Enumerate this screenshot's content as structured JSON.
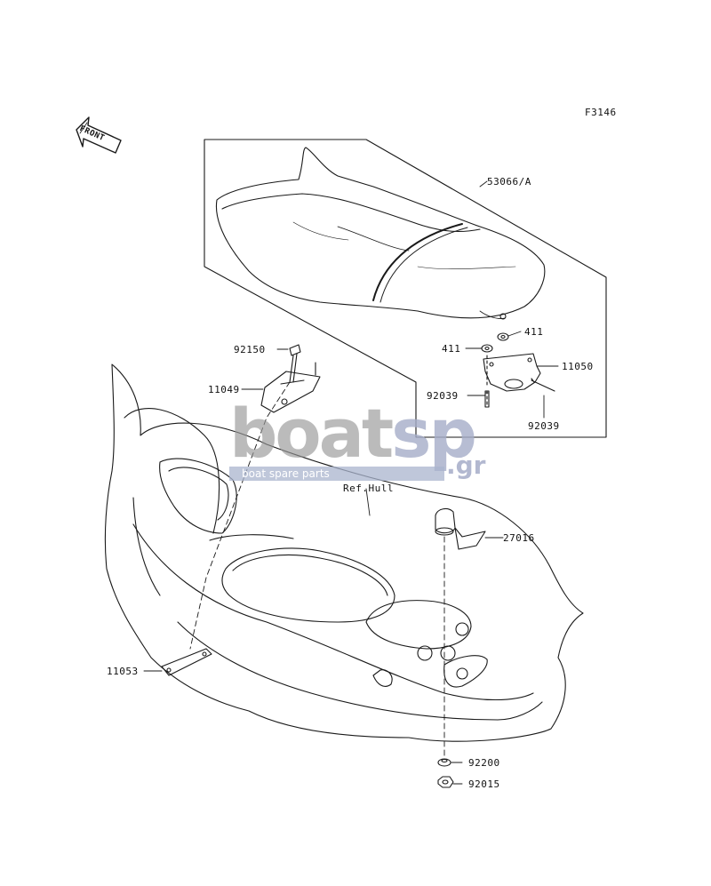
{
  "figure_code": "F3146",
  "front_arrow": "FRONT",
  "parts": {
    "seat": "53066/A",
    "washer_a": "411",
    "washer_b": "411",
    "bracket_right": "11050",
    "pin_left": "92039",
    "pin_right": "92039",
    "bolt": "92150",
    "bracket_left": "11049",
    "hull_ref": "Ref.Hull",
    "hook": "27016",
    "plate": "11053",
    "washer_bottom": "92200",
    "nut": "92015"
  },
  "watermark": {
    "brand_main": "boat",
    "brand_sp": "sp",
    "brand_tld": ".gr",
    "tagline": "boat spare parts"
  },
  "colors": {
    "line": "#1a1a1a",
    "watermark_gray": "#969696",
    "watermark_blue": "#aab4cd"
  }
}
